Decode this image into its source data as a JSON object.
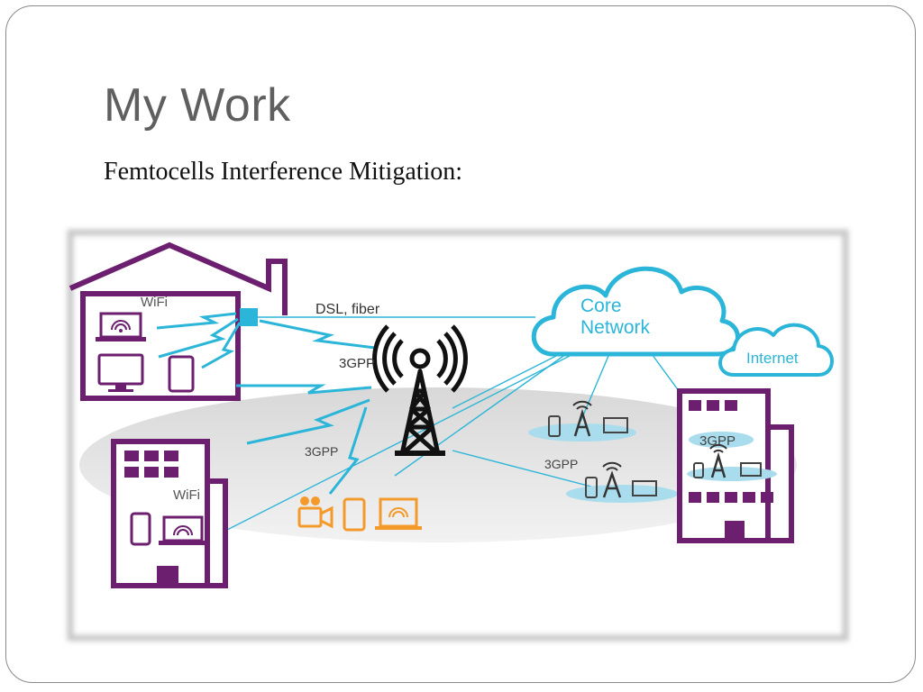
{
  "slide": {
    "title": "My Work",
    "subtitle": "Femtocells Interference Mitigation:"
  },
  "diagram": {
    "labels": {
      "dsl_fiber": "DSL, fiber",
      "core_network_line1": "Core",
      "core_network_line2": "Network",
      "internet": "Internet",
      "wifi_house": "WiFi",
      "wifi_building": "WiFi",
      "gpp_tower": "3GPP",
      "gpp_left": "3GPP",
      "gpp_mid": "3GPP",
      "gpp_right": "3GPP"
    },
    "colors": {
      "purple": "#6b1f6e",
      "cyan": "#2bb5d8",
      "orange": "#f39a2b",
      "ground": "#e4e4e4",
      "black": "#111111"
    }
  }
}
